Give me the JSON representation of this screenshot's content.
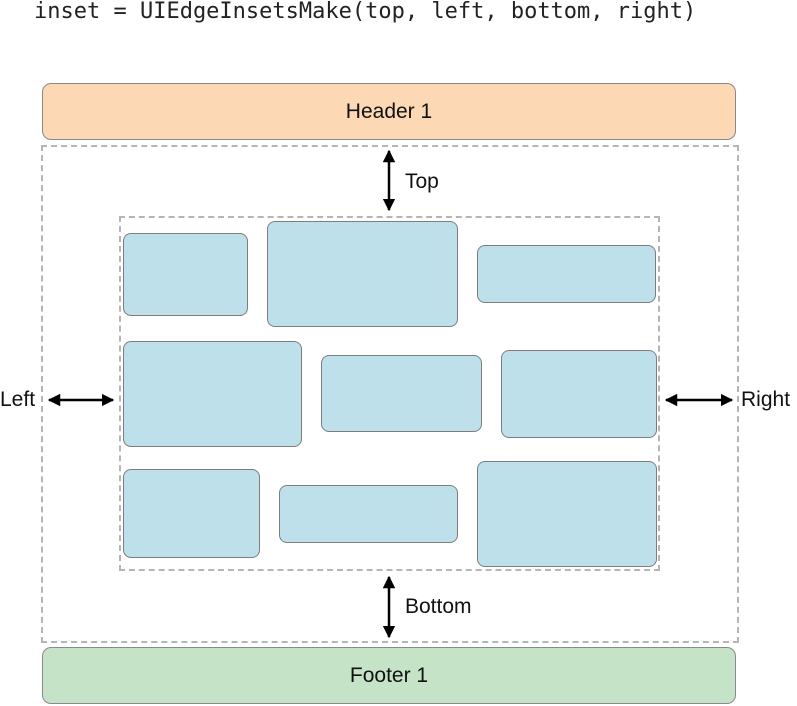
{
  "code_line": "inset = UIEdgeInsetsMake(top, left, bottom, right)",
  "header": {
    "label": "Header 1",
    "color": "#fcd9b4"
  },
  "footer": {
    "label": "Footer 1",
    "color": "#c5e3c6"
  },
  "cell_color": "#bde0ea",
  "inset_labels": {
    "top": "Top",
    "left": "Left",
    "bottom": "Bottom",
    "right": "Right"
  }
}
